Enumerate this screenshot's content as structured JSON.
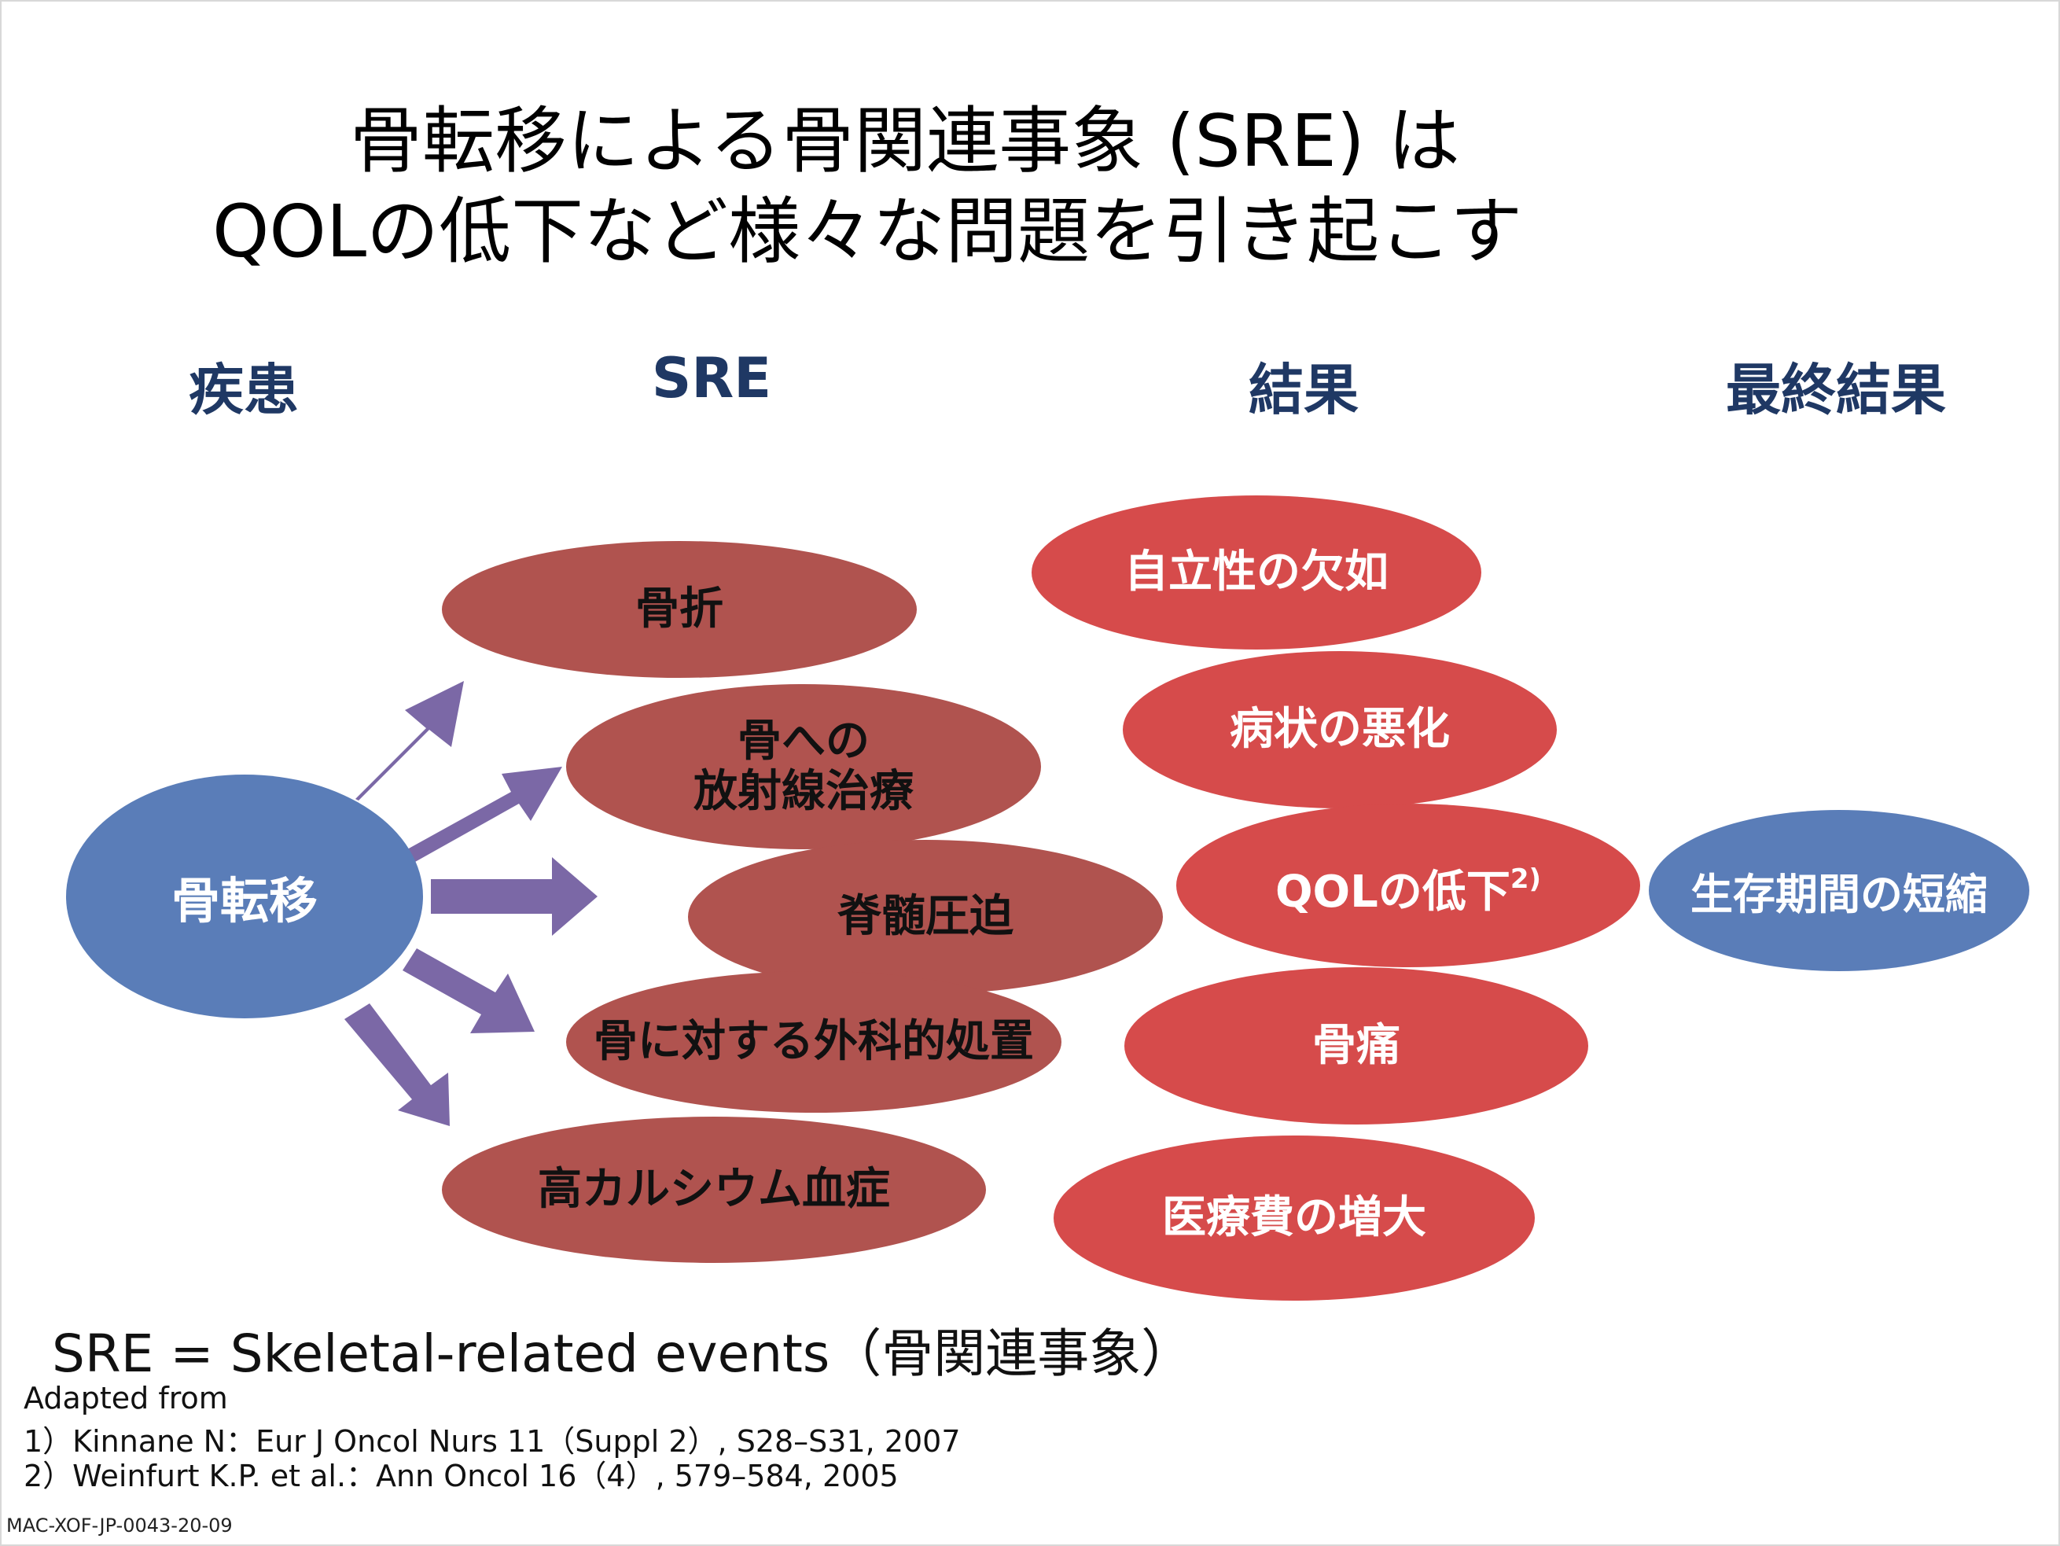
{
  "title": {
    "line1": "骨転移による骨関連事象 (SRE) は",
    "line2": "QOLの低下など様々な問題を引き起こす"
  },
  "headers": {
    "disease": "疾患",
    "sre": "SRE",
    "result": "結果",
    "final": "最終結果"
  },
  "disease_node": "骨転移",
  "sre_nodes": {
    "fracture": "骨折",
    "radiation_line1": "骨への",
    "radiation_line2": "放射線治療",
    "spinal": "脊髄圧迫",
    "surgery": "骨に対する外科的処置",
    "hypercalcemia": "高カルシウム血症"
  },
  "result_nodes": {
    "independence": "自立性の欠如",
    "worsening": "病状の悪化",
    "qol": "QOLの低下",
    "qol_ref": "2)",
    "pain": "骨痛",
    "cost": "医療費の増大"
  },
  "final_node": "生存期間の短縮",
  "definition": "SRE = Skeletal-related events（骨関連事象）",
  "references": {
    "adapted": "Adapted from",
    "ref1": "1）Kinnane N：Eur J Oncol Nurs 11（Suppl 2）, S28–S31, 2007",
    "ref2": "2）Weinfurt K.P. et al.：Ann Oncol 16（4）, 579–584, 2005"
  },
  "doc_code": "MAC-XOF-JP-0043-20-09",
  "colors": {
    "header": "#1f3864",
    "sre_fill": "#b0534f",
    "result_fill": "#d64b4b",
    "blue_fill": "#5a7db8",
    "arrow": "#7b68a6"
  }
}
